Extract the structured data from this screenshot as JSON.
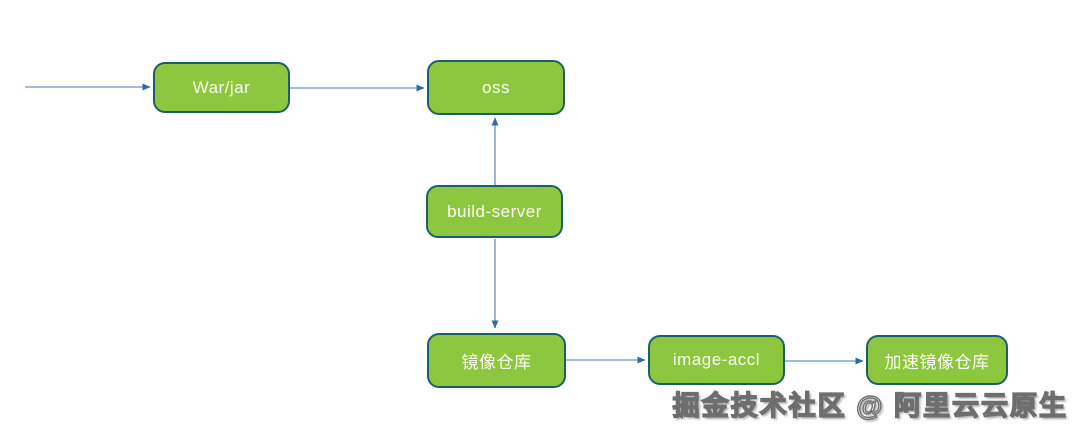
{
  "diagram": {
    "nodes": {
      "warjar": {
        "label": "War/jar"
      },
      "oss": {
        "label": "oss"
      },
      "build_server": {
        "label": "build-server"
      },
      "mirror_repo": {
        "label": "镜像仓库"
      },
      "image_accl": {
        "label": "image-accl"
      },
      "accel_mirror_repo": {
        "label": "加速镜像仓库"
      }
    },
    "edges": [
      {
        "from": "left-edge",
        "to": "warjar"
      },
      {
        "from": "warjar",
        "to": "oss"
      },
      {
        "from": "build_server",
        "to": "oss"
      },
      {
        "from": "build_server",
        "to": "mirror_repo"
      },
      {
        "from": "mirror_repo",
        "to": "image_accl"
      },
      {
        "from": "image_accl",
        "to": "accel_mirror_repo"
      }
    ],
    "colors": {
      "node_fill": "#8dc63f",
      "node_border": "#1b5f6b",
      "node_text": "#fdfdf2",
      "arrow_line": "#7ea6d2",
      "arrow_head": "#2e6da4",
      "canvas_bg": "#ffffff",
      "watermark_fill": "#f2f2f2",
      "watermark_stroke": "#6e6e6e"
    }
  },
  "watermark": {
    "text": "掘金技术社区 @ 阿里云云原生"
  }
}
